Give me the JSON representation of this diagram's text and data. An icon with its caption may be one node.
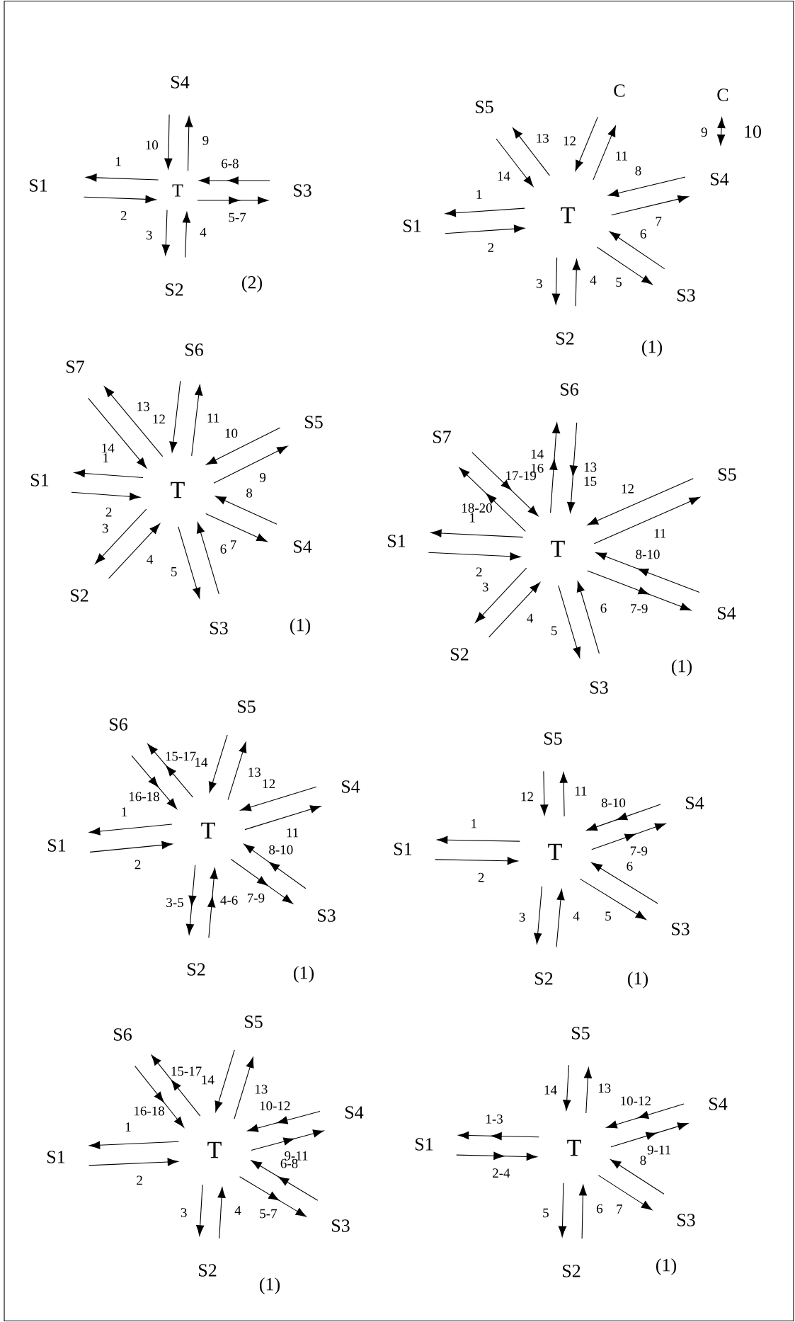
{
  "diagram": {
    "nodes": [
      {
        "text": [
          "T"
        ]
      },
      {
        "text": [
          "S1"
        ]
      },
      {
        "text": [
          "S2"
        ]
      },
      {
        "text": [
          "S3"
        ]
      },
      {
        "text": [
          "S4"
        ]
      },
      {
        "text": [
          "T"
        ]
      },
      {
        "text": [
          "S1"
        ]
      },
      {
        "text": [
          "S2"
        ]
      },
      {
        "text": [
          "S3"
        ]
      },
      {
        "text": [
          "S4"
        ]
      },
      {
        "text": [
          "S5"
        ]
      },
      {
        "text": [
          "C"
        ]
      },
      {
        "text": [
          "C"
        ]
      },
      {
        "text": [
          "T"
        ]
      },
      {
        "text": [
          "S1"
        ]
      },
      {
        "text": [
          "S2"
        ]
      },
      {
        "text": [
          "S3"
        ]
      },
      {
        "text": [
          "S4"
        ]
      },
      {
        "text": [
          "S5"
        ]
      },
      {
        "text": [
          "S6"
        ]
      },
      {
        "text": [
          "S7"
        ]
      },
      {
        "text": [
          "T"
        ]
      },
      {
        "text": [
          "S1"
        ]
      },
      {
        "text": [
          "S2"
        ]
      },
      {
        "text": [
          "S3"
        ]
      },
      {
        "text": [
          "S4"
        ]
      },
      {
        "text": [
          "S5"
        ]
      },
      {
        "text": [
          "S6"
        ]
      },
      {
        "text": [
          "S7"
        ]
      },
      {
        "text": [
          "T"
        ]
      },
      {
        "text": [
          "S1"
        ]
      },
      {
        "text": [
          "S2"
        ]
      },
      {
        "text": [
          "S3"
        ]
      },
      {
        "text": [
          "S4"
        ]
      },
      {
        "text": [
          "S5"
        ]
      },
      {
        "text": [
          "S6"
        ]
      },
      {
        "text": [
          "T"
        ]
      },
      {
        "text": [
          "S1"
        ]
      },
      {
        "text": [
          "S2"
        ]
      },
      {
        "text": [
          "S3"
        ]
      },
      {
        "text": [
          "S4"
        ]
      },
      {
        "text": [
          "S5"
        ]
      },
      {
        "text": [
          "T"
        ]
      },
      {
        "text": [
          "S1"
        ]
      },
      {
        "text": [
          "S2"
        ]
      },
      {
        "text": [
          "S3"
        ]
      },
      {
        "text": [
          "S4"
        ]
      },
      {
        "text": [
          "S5"
        ]
      },
      {
        "text": [
          "S6"
        ]
      },
      {
        "text": [
          "T"
        ]
      },
      {
        "text": [
          "S1"
        ]
      },
      {
        "text": [
          "S2"
        ]
      },
      {
        "text": [
          "S3"
        ]
      },
      {
        "text": [
          "S4"
        ]
      },
      {
        "text": [
          "S5"
        ]
      }
    ],
    "edges": [
      {
        "from": 0,
        "to": 1,
        "arrow": "to",
        "label": "1"
      },
      {
        "from": 1,
        "to": 0,
        "arrow": "to",
        "label": "2"
      },
      {
        "from": 0,
        "to": 2,
        "arrow": "to",
        "label": "3"
      },
      {
        "from": 2,
        "to": 0,
        "arrow": "to",
        "label": "4"
      },
      {
        "from": 0,
        "to": 3,
        "arrow": "to",
        "label": "5-7"
      },
      {
        "from": 3,
        "to": 0,
        "arrow": "to",
        "label": "6-8"
      },
      {
        "from": 0,
        "to": 4,
        "arrow": "to",
        "label": "9"
      },
      {
        "from": 4,
        "to": 0,
        "arrow": "to",
        "label": "10"
      },
      {
        "from": 5,
        "to": 6,
        "arrow": "to",
        "label": "1"
      },
      {
        "from": 6,
        "to": 5,
        "arrow": "to",
        "label": "2"
      },
      {
        "from": 5,
        "to": 7,
        "arrow": "to",
        "label": "3"
      },
      {
        "from": 7,
        "to": 5,
        "arrow": "to",
        "label": "4"
      },
      {
        "from": 5,
        "to": 8,
        "arrow": "to",
        "label": "5"
      },
      {
        "from": 8,
        "to": 5,
        "arrow": "to",
        "label": "6"
      },
      {
        "from": 5,
        "to": 9,
        "arrow": "to",
        "label": "7"
      },
      {
        "from": 9,
        "to": 5,
        "arrow": "to",
        "label": "8"
      },
      {
        "from": 12,
        "to": 9,
        "arrow": "both",
        "label": "9"
      },
      {
        "from": 5,
        "to": 11,
        "arrow": "to",
        "label": "11"
      },
      {
        "from": 11,
        "to": 5,
        "arrow": "to",
        "label": "12"
      },
      {
        "from": 5,
        "to": 10,
        "arrow": "to",
        "label": "13"
      },
      {
        "from": 10,
        "to": 5,
        "arrow": "to",
        "label": "14"
      },
      {
        "from": 13,
        "to": 14,
        "arrow": "to",
        "label": "1"
      },
      {
        "from": 14,
        "to": 13,
        "arrow": "to",
        "label": "2"
      },
      {
        "from": 13,
        "to": 15,
        "arrow": "to",
        "label": "3"
      },
      {
        "from": 15,
        "to": 13,
        "arrow": "to",
        "label": "4"
      },
      {
        "from": 13,
        "to": 16,
        "arrow": "to",
        "label": "5"
      },
      {
        "from": 16,
        "to": 13,
        "arrow": "to",
        "label": "6"
      },
      {
        "from": 13,
        "to": 17,
        "arrow": "to",
        "label": "7"
      },
      {
        "from": 17,
        "to": 13,
        "arrow": "to",
        "label": "8"
      },
      {
        "from": 13,
        "to": 18,
        "arrow": "to",
        "label": "9"
      },
      {
        "from": 18,
        "to": 13,
        "arrow": "to",
        "label": "10"
      },
      {
        "from": 13,
        "to": 19,
        "arrow": "to",
        "label": "11"
      },
      {
        "from": 19,
        "to": 13,
        "arrow": "to",
        "label": "12"
      },
      {
        "from": 13,
        "to": 20,
        "arrow": "to",
        "label": "13"
      },
      {
        "from": 20,
        "to": 13,
        "arrow": "to",
        "label": "14"
      },
      {
        "from": 21,
        "to": 22,
        "arrow": "to",
        "label": "1"
      },
      {
        "from": 22,
        "to": 21,
        "arrow": "to",
        "label": "2"
      },
      {
        "from": 21,
        "to": 23,
        "arrow": "to",
        "label": "3"
      },
      {
        "from": 23,
        "to": 21,
        "arrow": "to",
        "label": "4"
      },
      {
        "from": 21,
        "to": 24,
        "arrow": "to",
        "label": "5"
      },
      {
        "from": 24,
        "to": 21,
        "arrow": "to",
        "label": "6"
      },
      {
        "from": 21,
        "to": 25,
        "arrow": "to",
        "label": "7-9"
      },
      {
        "from": 25,
        "to": 21,
        "arrow": "to",
        "label": "8-10"
      },
      {
        "from": 21,
        "to": 26,
        "arrow": "to",
        "label": "11"
      },
      {
        "from": 26,
        "to": 21,
        "arrow": "to",
        "label": "12"
      },
      {
        "from": 27,
        "to": 21,
        "arrow": "to",
        "label": "13 15"
      },
      {
        "from": 21,
        "to": 27,
        "arrow": "to",
        "label": "14 16"
      },
      {
        "from": 28,
        "to": 21,
        "arrow": "to",
        "label": "17-19"
      },
      {
        "from": 21,
        "to": 28,
        "arrow": "to",
        "label": "18-20"
      },
      {
        "from": 29,
        "to": 30,
        "arrow": "to",
        "label": "1"
      },
      {
        "from": 30,
        "to": 29,
        "arrow": "to",
        "label": "2"
      },
      {
        "from": 29,
        "to": 31,
        "arrow": "to",
        "label": "3-5"
      },
      {
        "from": 31,
        "to": 29,
        "arrow": "to",
        "label": "4-6"
      },
      {
        "from": 29,
        "to": 32,
        "arrow": "to",
        "label": "7-9"
      },
      {
        "from": 32,
        "to": 29,
        "arrow": "to",
        "label": "8-10"
      },
      {
        "from": 29,
        "to": 33,
        "arrow": "to",
        "label": "11"
      },
      {
        "from": 33,
        "to": 29,
        "arrow": "to",
        "label": "12"
      },
      {
        "from": 29,
        "to": 34,
        "arrow": "to",
        "label": "13"
      },
      {
        "from": 34,
        "to": 29,
        "arrow": "to",
        "label": "14"
      },
      {
        "from": 29,
        "to": 35,
        "arrow": "to",
        "label": "15-17"
      },
      {
        "from": 35,
        "to": 29,
        "arrow": "to",
        "label": "16-18"
      },
      {
        "from": 36,
        "to": 37,
        "arrow": "to",
        "label": "1"
      },
      {
        "from": 37,
        "to": 36,
        "arrow": "to",
        "label": "2"
      },
      {
        "from": 36,
        "to": 38,
        "arrow": "to",
        "label": "3"
      },
      {
        "from": 38,
        "to": 36,
        "arrow": "to",
        "label": "4"
      },
      {
        "from": 36,
        "to": 39,
        "arrow": "to",
        "label": "5"
      },
      {
        "from": 39,
        "to": 36,
        "arrow": "to",
        "label": "6"
      },
      {
        "from": 36,
        "to": 40,
        "arrow": "to",
        "label": "7-9"
      },
      {
        "from": 40,
        "to": 36,
        "arrow": "to",
        "label": "8-10"
      },
      {
        "from": 36,
        "to": 41,
        "arrow": "to",
        "label": "11"
      },
      {
        "from": 41,
        "to": 36,
        "arrow": "to",
        "label": "12"
      },
      {
        "from": 42,
        "to": 43,
        "arrow": "to",
        "label": "1"
      },
      {
        "from": 43,
        "to": 42,
        "arrow": "to",
        "label": "2"
      },
      {
        "from": 42,
        "to": 44,
        "arrow": "to",
        "label": "3"
      },
      {
        "from": 44,
        "to": 42,
        "arrow": "to",
        "label": "4"
      },
      {
        "from": 42,
        "to": 45,
        "arrow": "to",
        "label": "5-7"
      },
      {
        "from": 45,
        "to": 42,
        "arrow": "to",
        "label": "6-8"
      },
      {
        "from": 42,
        "to": 46,
        "arrow": "to",
        "label": "9-11"
      },
      {
        "from": 46,
        "to": 42,
        "arrow": "to",
        "label": "10-12"
      },
      {
        "from": 42,
        "to": 47,
        "arrow": "to",
        "label": "13"
      },
      {
        "from": 47,
        "to": 42,
        "arrow": "to",
        "label": "14"
      },
      {
        "from": 42,
        "to": 48,
        "arrow": "to",
        "label": "15-17"
      },
      {
        "from": 48,
        "to": 42,
        "arrow": "to",
        "label": "16-18"
      },
      {
        "from": 49,
        "to": 50,
        "arrow": "to",
        "label": "1-3"
      },
      {
        "from": 50,
        "to": 49,
        "arrow": "to",
        "label": "2-4"
      },
      {
        "from": 49,
        "to": 51,
        "arrow": "to",
        "label": "5"
      },
      {
        "from": 51,
        "to": 49,
        "arrow": "to",
        "label": "6"
      },
      {
        "from": 49,
        "to": 52,
        "arrow": "to",
        "label": "7"
      },
      {
        "from": 52,
        "to": 49,
        "arrow": "to",
        "label": "8"
      },
      {
        "from": 49,
        "to": 53,
        "arrow": "to",
        "label": "9-11"
      },
      {
        "from": 53,
        "to": 49,
        "arrow": "to",
        "label": "10-12"
      },
      {
        "from": 49,
        "to": 54,
        "arrow": "to",
        "label": "13"
      },
      {
        "from": 54,
        "to": 49,
        "arrow": "to",
        "label": "14"
      }
    ],
    "labels": [
      "(2)",
      "10",
      "(1)",
      "(1)",
      "(1)",
      "(1)",
      "(1)",
      "(1)",
      "(1)"
    ]
  }
}
